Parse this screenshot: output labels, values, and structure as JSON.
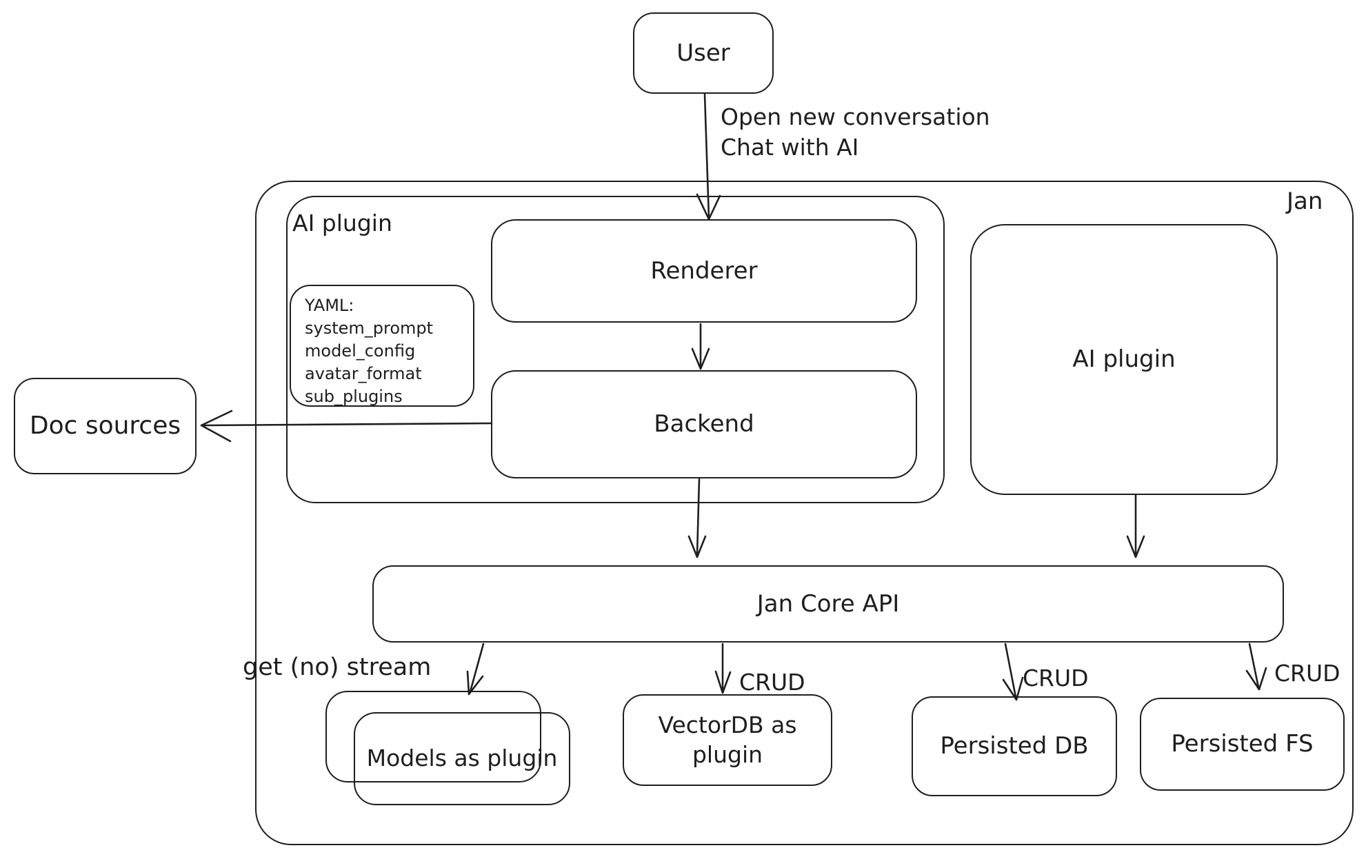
{
  "canvas": {
    "background": "#ffffff",
    "stroke_color": "#1e1e1e"
  },
  "nodes": {
    "user": {
      "label": "User"
    },
    "jan": {
      "label": "Jan"
    },
    "ai_plugin_left": {
      "label": "AI plugin"
    },
    "yaml_note": {
      "lines": [
        "YAML:",
        "system_prompt",
        "model_config",
        "avatar_format",
        "sub_plugins"
      ]
    },
    "renderer": {
      "label": "Renderer"
    },
    "backend": {
      "label": "Backend"
    },
    "doc_sources": {
      "label": "Doc sources"
    },
    "ai_plugin_right": {
      "label": "AI plugin"
    },
    "jan_core_api": {
      "label": "Jan Core API"
    },
    "models_as_plugin": {
      "label": "Models as plugin"
    },
    "vectordb_as_plugin": {
      "label": "VectorDB as plugin"
    },
    "persisted_db": {
      "label": "Persisted DB"
    },
    "persisted_fs": {
      "label": "Persisted FS"
    }
  },
  "edge_labels": {
    "user_to_renderer": {
      "lines": [
        "Open new conversation",
        "Chat with AI"
      ]
    },
    "jan_core_to_models": "get (no) stream",
    "jan_core_to_vectordb": "CRUD",
    "jan_core_to_persisted_db": "CRUD",
    "jan_core_to_persisted_fs": "CRUD"
  }
}
